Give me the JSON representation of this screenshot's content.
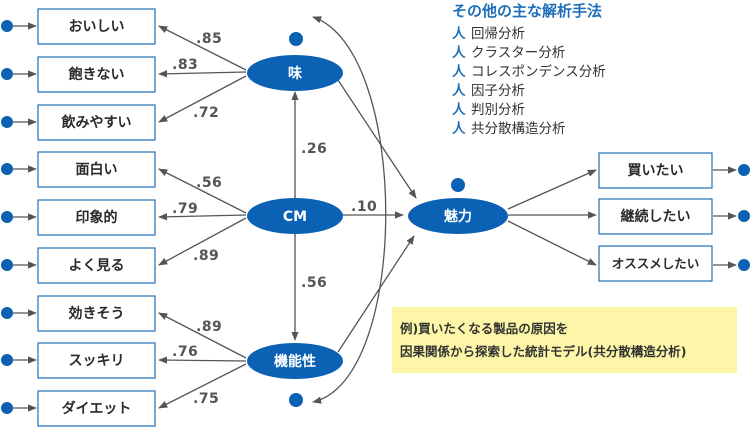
{
  "colors": {
    "node": "#0b62b4",
    "box_border": "#1f6fb8",
    "arrow": "#555555",
    "note_bg": "#fdf6a8",
    "title": "#1f6fb8"
  },
  "observed": {
    "taste": [
      "おいしい",
      "飽きない",
      "飲みやすい"
    ],
    "cm": [
      "面白い",
      "印象的",
      "よく見る"
    ],
    "function": [
      "効きそう",
      "スッキリ",
      "ダイエット"
    ],
    "outcome": [
      "買いたい",
      "継続したい",
      "オススメしたい"
    ]
  },
  "latent": {
    "taste": "味",
    "cm": "CM",
    "function": "機能性",
    "appeal": "魅力"
  },
  "coefficients": {
    "taste": [
      ".85",
      ".83",
      ".72"
    ],
    "cm": [
      ".56",
      ".79",
      ".89"
    ],
    "function": [
      ".89",
      ".76",
      ".75"
    ],
    "cm_to_taste": ".26",
    "cm_to_appeal": ".10",
    "cm_to_function": ".56"
  },
  "methods": {
    "title": "その他の主な解析手法",
    "bullet_icon": "person-icon",
    "items": [
      "回帰分析",
      "クラスター分析",
      "コレスポンデンス分析",
      "因子分析",
      "判別分析",
      "共分散構造分析"
    ]
  },
  "note": {
    "line1": "例)買いたくなる製品の原因を",
    "line2": "因果関係から探索した統計モデル(共分散構造分析)"
  }
}
